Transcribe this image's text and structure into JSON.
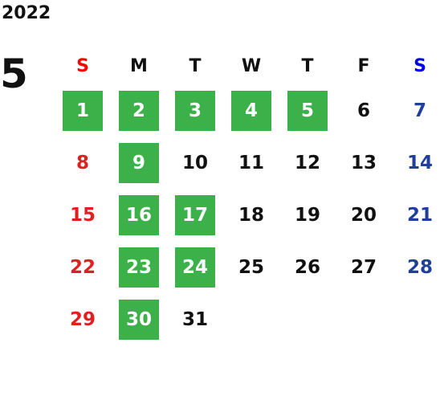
{
  "calendar": {
    "year": "2022",
    "month": "5",
    "weekdays": [
      "S",
      "M",
      "T",
      "W",
      "T",
      "F",
      "S"
    ],
    "weeks": [
      [
        "",
        "",
        "",
        "",
        "",
        "",
        ""
      ],
      [
        "1",
        "2",
        "3",
        "4",
        "5",
        "6",
        "7"
      ],
      [
        "8",
        "9",
        "10",
        "11",
        "12",
        "13",
        "14"
      ],
      [
        "15",
        "16",
        "17",
        "18",
        "19",
        "20",
        "21"
      ],
      [
        "22",
        "23",
        "24",
        "25",
        "26",
        "27",
        "28"
      ],
      [
        "29",
        "30",
        "31",
        "",
        "",
        "",
        ""
      ]
    ],
    "highlighted_days": [
      "1",
      "2",
      "3",
      "4",
      "5",
      "9",
      "16",
      "17",
      "23",
      "24",
      "30"
    ],
    "colors": {
      "highlight": "#3cb14a",
      "sunday": "#e02020",
      "saturday": "#1f3f9a",
      "weekday": "#111111"
    }
  }
}
